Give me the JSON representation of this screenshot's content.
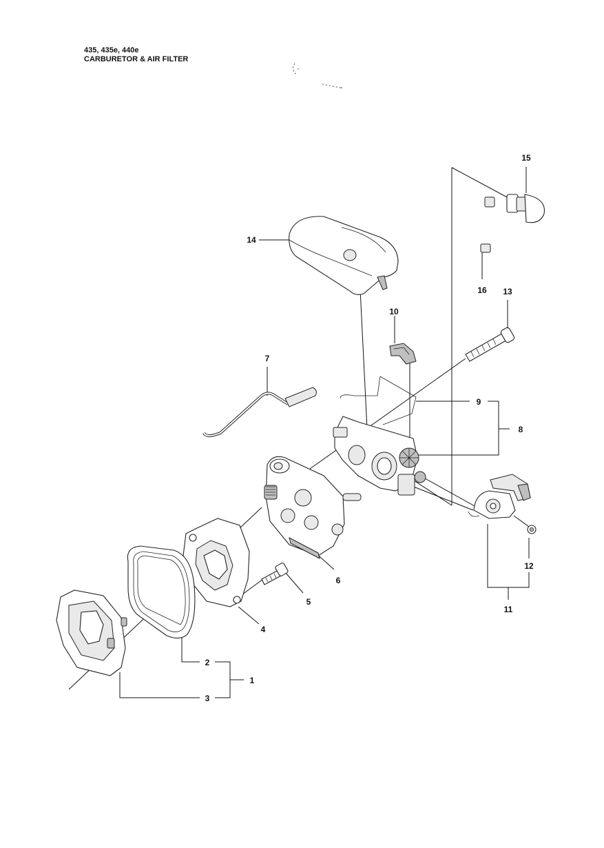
{
  "header": {
    "models": "435, 435e, 440e",
    "title": "CARBURETOR & AIR FILTER"
  },
  "callouts": [
    "1",
    "2",
    "3",
    "4",
    "5",
    "6",
    "7",
    "8",
    "9",
    "10",
    "11",
    "12",
    "13",
    "14",
    "15",
    "16"
  ],
  "parts": [
    {
      "id": "1",
      "icon": "filter-assembly-icon"
    },
    {
      "id": "2",
      "icon": "filter-element-icon"
    },
    {
      "id": "3",
      "icon": "filter-holder-icon"
    },
    {
      "id": "4",
      "icon": "carburetor-flange-icon"
    },
    {
      "id": "5",
      "icon": "bolt-icon"
    },
    {
      "id": "6",
      "icon": "carburetor-icon"
    },
    {
      "id": "7",
      "icon": "throttle-rod-icon"
    },
    {
      "id": "8",
      "icon": "carburetor-holder-assembly-icon"
    },
    {
      "id": "9",
      "icon": "wire-bracket-icon"
    },
    {
      "id": "10",
      "icon": "clip-icon"
    },
    {
      "id": "11",
      "icon": "choke-control-assembly-icon"
    },
    {
      "id": "12",
      "icon": "screw-icon"
    },
    {
      "id": "13",
      "icon": "long-bolt-icon"
    },
    {
      "id": "14",
      "icon": "cylinder-cover-icon"
    },
    {
      "id": "15",
      "icon": "primer-bulb-icon"
    },
    {
      "id": "16",
      "icon": "fuel-hose-icon"
    }
  ]
}
